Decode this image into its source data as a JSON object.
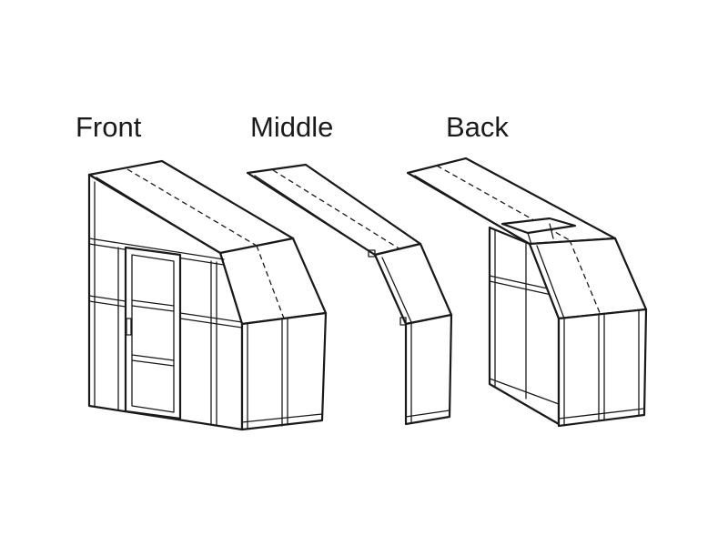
{
  "labels": {
    "front": "Front",
    "middle": "Middle",
    "back": "Back"
  }
}
